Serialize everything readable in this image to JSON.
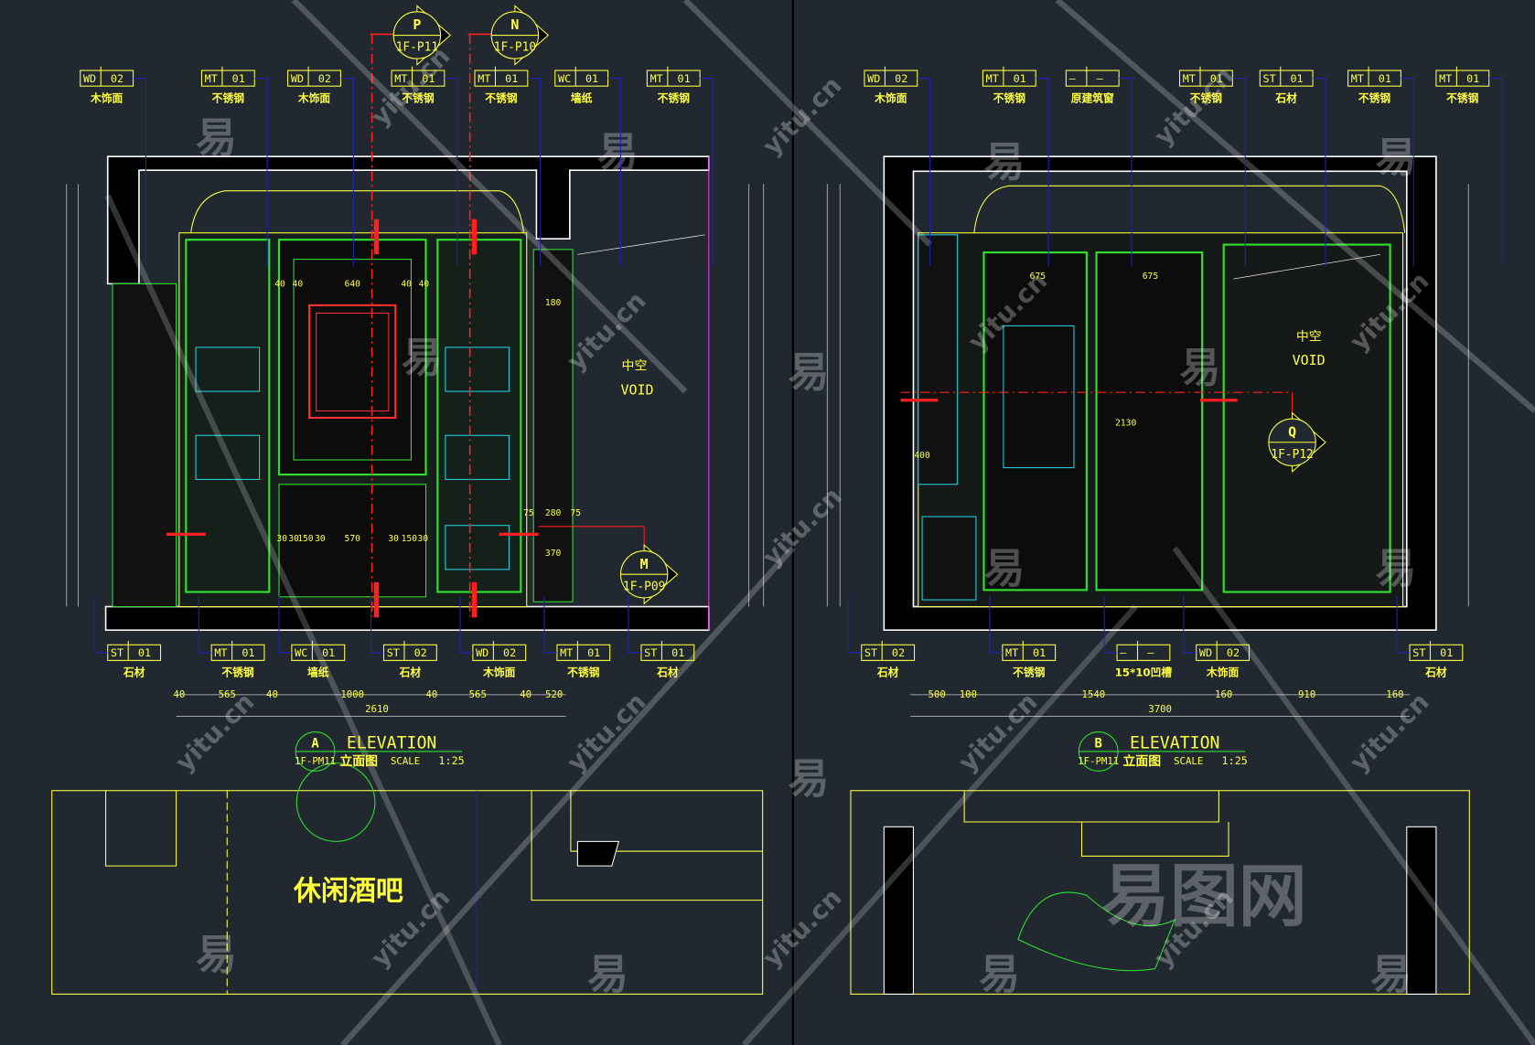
{
  "elevation_a": {
    "title": "ELEVATION",
    "letter": "A",
    "sheet": "1F-PM11",
    "subtitle": "立面图",
    "scale_label": "SCALE",
    "scale": "1:25",
    "top_tags": [
      {
        "code": "WD",
        "num": "02",
        "material": "木饰面"
      },
      {
        "code": "MT",
        "num": "01",
        "material": "不锈钢"
      },
      {
        "code": "WD",
        "num": "02",
        "material": "木饰面"
      },
      {
        "code": "MT",
        "num": "01",
        "material": "不锈钢"
      },
      {
        "code": "MT",
        "num": "01",
        "material": "不锈钢"
      },
      {
        "code": "WC",
        "num": "01",
        "material": "墙纸"
      },
      {
        "code": "MT",
        "num": "01",
        "material": "不锈钢"
      }
    ],
    "bottom_tags": [
      {
        "code": "ST",
        "num": "01",
        "material": "石材"
      },
      {
        "code": "MT",
        "num": "01",
        "material": "不锈钢"
      },
      {
        "code": "WC",
        "num": "01",
        "material": "墙纸"
      },
      {
        "code": "ST",
        "num": "02",
        "material": "石材"
      },
      {
        "code": "WD",
        "num": "02",
        "material": "木饰面"
      },
      {
        "code": "MT",
        "num": "01",
        "material": "不锈钢"
      },
      {
        "code": "ST",
        "num": "01",
        "material": "石材"
      }
    ],
    "dims": [
      "40",
      "565",
      "40",
      "1000",
      "40",
      "565",
      "40",
      "520"
    ],
    "total_dim": "2610",
    "callouts": [
      {
        "letter": "P",
        "ref": "1F-P11"
      },
      {
        "letter": "N",
        "ref": "1F-P10"
      },
      {
        "letter": "M",
        "ref": "1F-P09"
      }
    ],
    "void_cn": "中空",
    "void_en": "VOID",
    "inner_dims": [
      "40",
      "40",
      "640",
      "40",
      "40",
      "30",
      "30",
      "150",
      "30",
      "570",
      "30",
      "150",
      "30",
      "75",
      "280",
      "75",
      "370",
      "180"
    ]
  },
  "elevation_b": {
    "title": "ELEVATION",
    "letter": "B",
    "sheet": "1F-PM11",
    "subtitle": "立面图",
    "scale_label": "SCALE",
    "scale": "1:25",
    "top_tags": [
      {
        "code": "WD",
        "num": "02",
        "material": "木饰面"
      },
      {
        "code": "MT",
        "num": "01",
        "material": "不锈钢"
      },
      {
        "code": "—",
        "num": "—",
        "material": "原建筑窗"
      },
      {
        "code": "MT",
        "num": "01",
        "material": "不锈钢"
      },
      {
        "code": "ST",
        "num": "01",
        "material": "石材"
      },
      {
        "code": "MT",
        "num": "01",
        "material": "不锈钢"
      },
      {
        "code": "MT",
        "num": "01",
        "material": "不锈钢"
      }
    ],
    "bottom_tags": [
      {
        "code": "ST",
        "num": "02",
        "material": "石材"
      },
      {
        "code": "MT",
        "num": "01",
        "material": "不锈钢"
      },
      {
        "code": "—",
        "num": "—",
        "material": "15*10凹槽"
      },
      {
        "code": "WD",
        "num": "02",
        "material": "木饰面"
      },
      {
        "code": "ST",
        "num": "01",
        "material": "石材"
      }
    ],
    "dims": [
      "500",
      "100",
      "1540",
      "160",
      "910",
      "160"
    ],
    "total_dim": "3700",
    "callouts": [
      {
        "letter": "Q",
        "ref": "1F-P12"
      }
    ],
    "void_cn": "中空",
    "void_en": "VOID",
    "inner_dims": [
      "675",
      "675",
      "400",
      "2130"
    ]
  },
  "plan": {
    "room_label": "休闲酒吧"
  },
  "watermarks": {
    "char": "易",
    "site": "yitu.cn",
    "brand": "易图网"
  },
  "colors": {
    "background": "#212830",
    "annotation": "#ffff40",
    "section": "#ff2020",
    "leader": "#2020c0",
    "green": "#30e030",
    "cyan": "#20d0e0"
  }
}
